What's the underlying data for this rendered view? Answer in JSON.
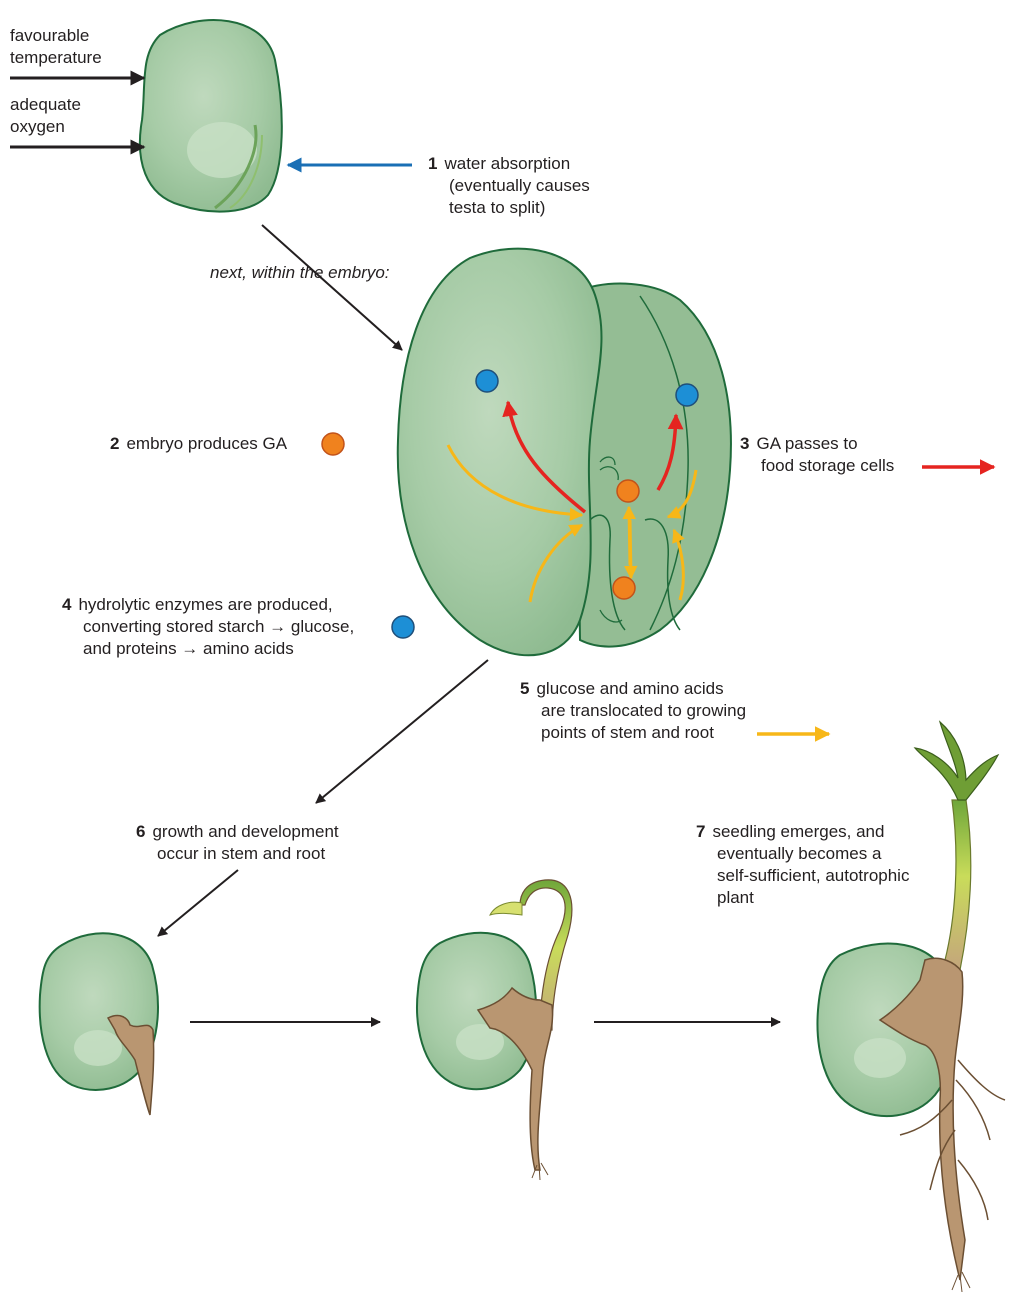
{
  "inputs": {
    "temperature": [
      "favourable",
      "temperature"
    ],
    "oxygen": [
      "adequate",
      "oxygen"
    ]
  },
  "steps": [
    {
      "num": "1",
      "lines": [
        "water absorption",
        "(eventually causes",
        "testa to split)"
      ]
    },
    {
      "num": "2",
      "lines": [
        "embryo produces GA"
      ]
    },
    {
      "num": "3",
      "lines": [
        "GA passes to",
        "food storage cells"
      ]
    },
    {
      "num": "4",
      "lines": [
        "hydrolytic enzymes are produced,",
        "converting stored starch → glucose,",
        "and proteins → amino acids"
      ]
    },
    {
      "num": "5",
      "lines": [
        "glucose and amino acids",
        "are translocated to growing",
        "points of stem and root"
      ]
    },
    {
      "num": "6",
      "lines": [
        "growth and development",
        "occur in stem and root"
      ]
    },
    {
      "num": "7",
      "lines": [
        "seedling emerges, and",
        "eventually becomes a",
        "self-sufficient, autotrophic",
        "plant"
      ]
    }
  ],
  "embryo_note": "next, within the embryo:",
  "colors": {
    "seed_fill": "#a9ccaa",
    "seed_outline": "#1f6b3b",
    "water_arrow": "#1a6fb5",
    "ga_dot": "#f0821e",
    "enzyme_dot": "#1d8fd6",
    "ga_arrow": "#e52420",
    "translocation_arrow": "#f7b718",
    "root": "#b99671",
    "shoot": "#c8d85a"
  }
}
